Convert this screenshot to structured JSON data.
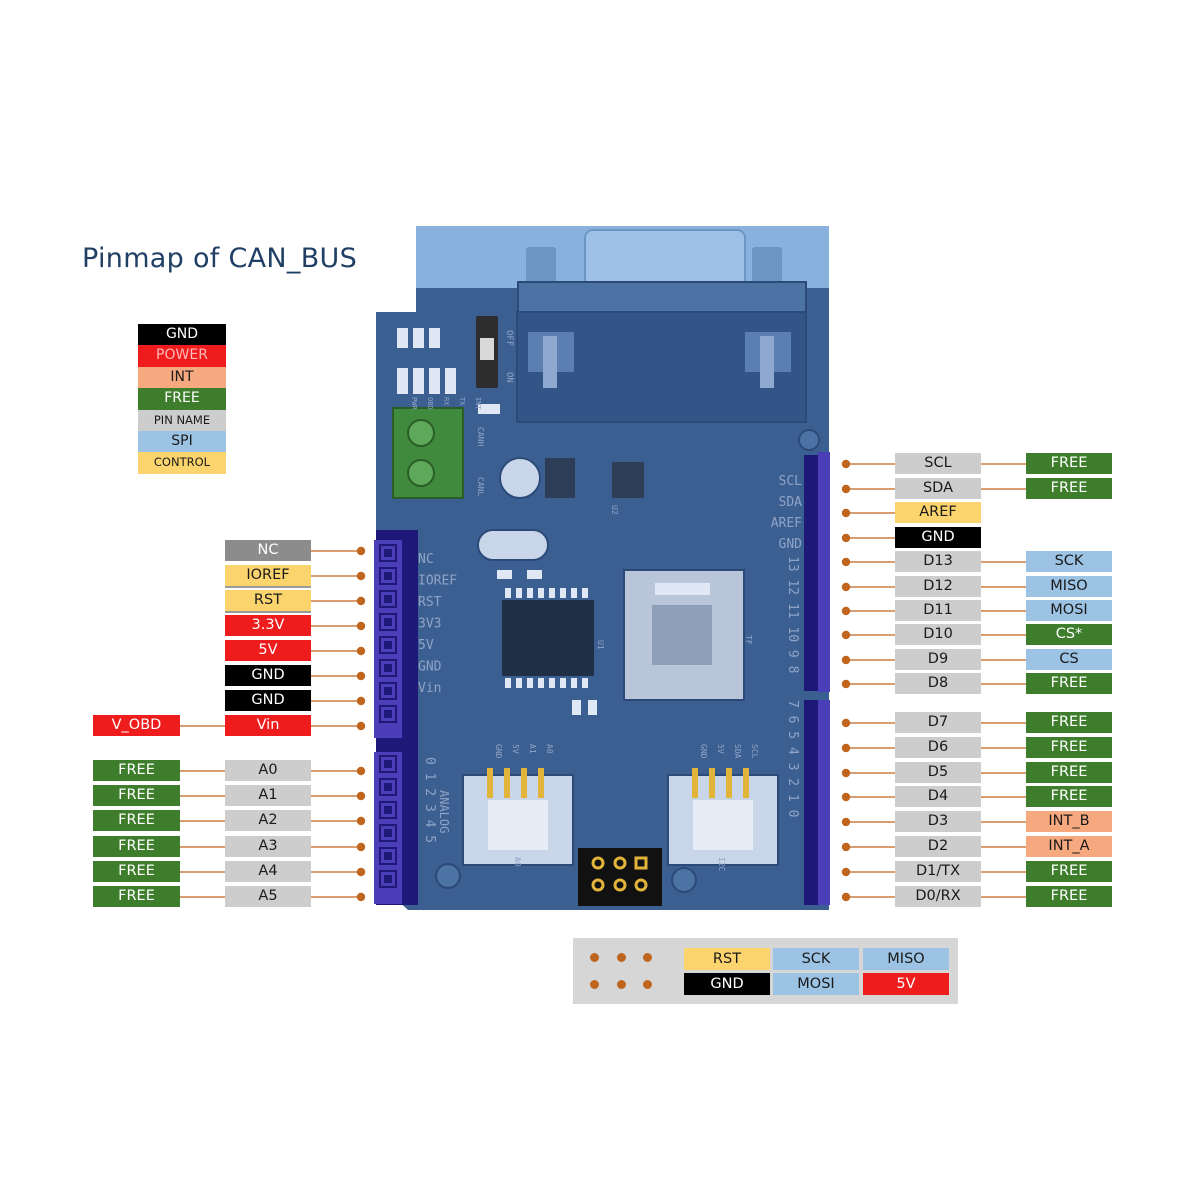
{
  "title": "Pinmap of CAN_BUS",
  "legend": [
    {
      "label": "GND",
      "type": "gnd"
    },
    {
      "label": "POWER",
      "type": "power"
    },
    {
      "label": "INT",
      "type": "int"
    },
    {
      "label": "FREE",
      "type": "free"
    },
    {
      "label": "PIN NAME",
      "type": "pinname"
    },
    {
      "label": "SPI",
      "type": "spi"
    },
    {
      "label": "CONTROL",
      "type": "ctrl"
    }
  ],
  "left_power_header": [
    {
      "pin": "NC",
      "pin_type": "nc"
    },
    {
      "pin": "IOREF",
      "pin_type": "ctrl"
    },
    {
      "pin": "RST",
      "pin_type": "ctrl"
    },
    {
      "pin": "3.3V",
      "pin_type": "pw"
    },
    {
      "pin": "5V",
      "pin_type": "pw"
    },
    {
      "pin": "GND",
      "pin_type": "gnd"
    },
    {
      "pin": "GND",
      "pin_type": "gnd"
    },
    {
      "pin": "Vin",
      "pin_type": "pw",
      "func": "V_OBD",
      "func_type": "pw"
    }
  ],
  "left_analog_header": [
    {
      "pin": "A0",
      "pin_type": "pinname",
      "func": "FREE",
      "func_type": "free"
    },
    {
      "pin": "A1",
      "pin_type": "pinname",
      "func": "FREE",
      "func_type": "free"
    },
    {
      "pin": "A2",
      "pin_type": "pinname",
      "func": "FREE",
      "func_type": "free"
    },
    {
      "pin": "A3",
      "pin_type": "pinname",
      "func": "FREE",
      "func_type": "free"
    },
    {
      "pin": "A4",
      "pin_type": "pinname",
      "func": "FREE",
      "func_type": "free"
    },
    {
      "pin": "A5",
      "pin_type": "pinname",
      "func": "FREE",
      "func_type": "free"
    }
  ],
  "right_upper_header": [
    {
      "pin": "SCL",
      "pin_type": "pinname",
      "func": "FREE",
      "func_type": "free"
    },
    {
      "pin": "SDA",
      "pin_type": "pinname",
      "func": "FREE",
      "func_type": "free"
    },
    {
      "pin": "AREF",
      "pin_type": "ctrl"
    },
    {
      "pin": "GND",
      "pin_type": "gnd"
    },
    {
      "pin": "D13",
      "pin_type": "pinname",
      "func": "SCK",
      "func_type": "spi"
    },
    {
      "pin": "D12",
      "pin_type": "pinname",
      "func": "MISO",
      "func_type": "spi"
    },
    {
      "pin": "D11",
      "pin_type": "pinname",
      "func": "MOSI",
      "func_type": "spi"
    },
    {
      "pin": "D10",
      "pin_type": "pinname",
      "func": "CS*",
      "func_type": "free"
    },
    {
      "pin": "D9",
      "pin_type": "pinname",
      "func": "CS",
      "func_type": "spi"
    },
    {
      "pin": "D8",
      "pin_type": "pinname",
      "func": "FREE",
      "func_type": "free"
    }
  ],
  "right_lower_header": [
    {
      "pin": "D7",
      "pin_type": "pinname",
      "func": "FREE",
      "func_type": "free"
    },
    {
      "pin": "D6",
      "pin_type": "pinname",
      "func": "FREE",
      "func_type": "free"
    },
    {
      "pin": "D5",
      "pin_type": "pinname",
      "func": "FREE",
      "func_type": "free"
    },
    {
      "pin": "D4",
      "pin_type": "pinname",
      "func": "FREE",
      "func_type": "free"
    },
    {
      "pin": "D3",
      "pin_type": "pinname",
      "func": "INT_B",
      "func_type": "int"
    },
    {
      "pin": "D2",
      "pin_type": "pinname",
      "func": "INT_A",
      "func_type": "int"
    },
    {
      "pin": "D1/TX",
      "pin_type": "pinname",
      "func": "FREE",
      "func_type": "free"
    },
    {
      "pin": "D0/RX",
      "pin_type": "pinname",
      "func": "FREE",
      "func_type": "free"
    }
  ],
  "isp_header": {
    "row1": [
      {
        "label": "RST",
        "type": "ctrl"
      },
      {
        "label": "SCK",
        "type": "spi"
      },
      {
        "label": "MISO",
        "type": "spi"
      }
    ],
    "row2": [
      {
        "label": "GND",
        "type": "gnd"
      },
      {
        "label": "MOSI",
        "type": "spi"
      },
      {
        "label": "5V",
        "type": "pw"
      }
    ]
  },
  "board_silkscreen": {
    "power_pins": [
      "NC",
      "IOREF",
      "RST",
      "3V3",
      "5V",
      "GND",
      "Vin"
    ],
    "analog_title": "ANALOG",
    "analog_digits": [
      "0",
      "1",
      "2",
      "3",
      "4",
      "5"
    ],
    "right_pins": [
      "SCL",
      "SDA",
      "AREF",
      "GND"
    ],
    "digital_upper": "13 12 11 10 9 8",
    "digital_lower": "7 6 5 4 3 2 1 0",
    "terminal": [
      "CANH",
      "CANL"
    ],
    "switch": [
      "OFF",
      "ON"
    ],
    "led_labels": [
      "PWR",
      "OBD",
      "RX",
      "TX",
      "INT"
    ],
    "chips": [
      "U1",
      "U2"
    ],
    "tf": "TF",
    "grove_a0_pins": [
      "GND",
      "5V",
      "A1",
      "A0"
    ],
    "grove_a0_name": "A0",
    "grove_i2c_pins": [
      "GND",
      "5V",
      "SDA",
      "SCL"
    ],
    "grove_i2c_name": "I2C"
  },
  "colors": {
    "board": "#3c5f91",
    "board_edge": "#2b4a78",
    "db9_shell": "#88b2dd",
    "header": "#4a3fb8",
    "header_dark": "#1e1878",
    "connector_dot": "#c0651d",
    "leader_line": "#c0651d"
  }
}
